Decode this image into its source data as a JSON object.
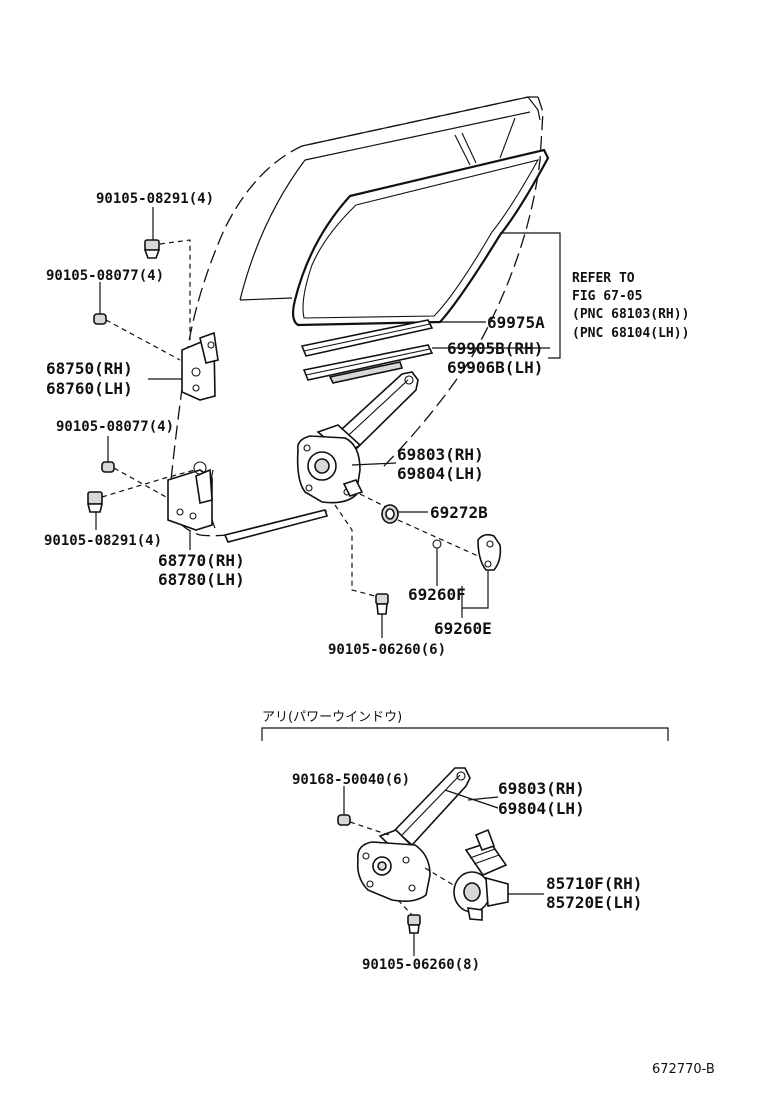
{
  "labels": {
    "bolt_top": "90105-08291(4)",
    "bolt_left_upper": "90105-08077(4)",
    "hinge_upper_rh": "68750(RH)",
    "hinge_upper_lh": "68760(LH)",
    "bolt_left_mid": "90105-08077(4)",
    "bolt_left_lower": "90105-08291(4)",
    "hinge_lower_rh": "68770(RH)",
    "hinge_lower_lh": "68780(LH)",
    "refer_line1": "REFER TO",
    "refer_line2": "FIG 67-05",
    "refer_line3": "(PNC 68103(RH))",
    "refer_line4": "(PNC 68104(LH))",
    "weatherstrip": "69975A",
    "channel_rh": "69905B(RH)",
    "channel_lh": "69906B(LH)",
    "regulator_rh": "69803(RH)",
    "regulator_lh": "69804(LH)",
    "washer": "69272B",
    "handle_clip": "69260F",
    "handle": "69260E",
    "bolt_regulator": "90105-06260(6)",
    "power_window_note": "アリ(パワーウインドウ)",
    "pw_bolt_top": "90168-50040(6)",
    "pw_regulator_rh": "69803(RH)",
    "pw_regulator_lh": "69804(LH)",
    "motor_rh": "85710F(RH)",
    "motor_lh": "85720E(LH)",
    "pw_bolt_bottom": "90105-06260(8)",
    "figure_code": "672770-B"
  }
}
